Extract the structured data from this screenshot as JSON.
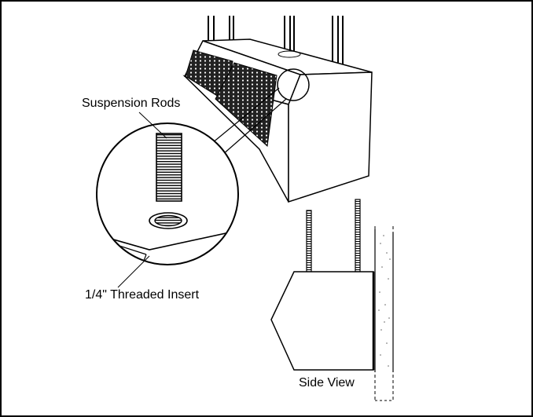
{
  "labels": {
    "suspension_rods": "Suspension Rods",
    "threaded_insert": "1/4\" Threaded Insert",
    "side_view": "Side View"
  },
  "colors": {
    "line": "#000000",
    "background": "#ffffff",
    "filter_dots": "#ffffff"
  }
}
